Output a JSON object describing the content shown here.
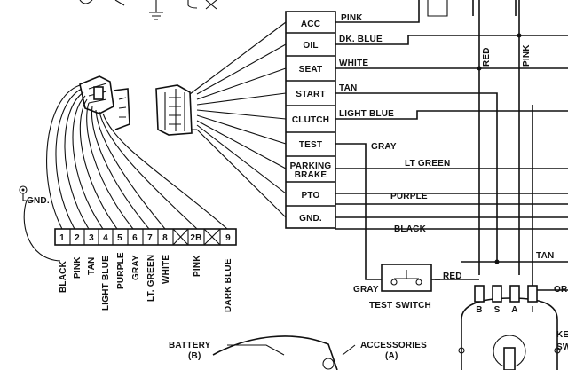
{
  "module_labels": [
    "ACC",
    "OIL",
    "SEAT",
    "START",
    "CLUTCH",
    "TEST",
    "PARKING BRAKE",
    "PTO",
    "GND."
  ],
  "module_wires": {
    "acc": "PINK",
    "oil": "DK. BLUE",
    "seat": "WHITE",
    "start": "TAN",
    "clutch": "LIGHT BLUE",
    "test": "GRAY",
    "parking_brake": "LT GREEN",
    "pto": "PURPLE",
    "gnd": "BLACK"
  },
  "right_wires": [
    "RED",
    "PINK",
    "TAN",
    "OR"
  ],
  "terminal_numbers": [
    "1",
    "2",
    "3",
    "4",
    "5",
    "6",
    "7",
    "8",
    "2B",
    "9"
  ],
  "terminal_wires": [
    "BLACK",
    "PINK",
    "TAN",
    "LIGHT BLUE",
    "PURPLE",
    "GRAY",
    "LT. GREEN",
    "WHITE",
    "PINK",
    "DARK BLUE"
  ],
  "ground_label": "GND.",
  "test_switch": {
    "title": "TEST SWITCH",
    "left_wire": "GRAY",
    "right_wire": "RED"
  },
  "ignition_terminals": [
    "B",
    "S",
    "A",
    "I"
  ],
  "battery": {
    "label": "BATTERY",
    "code": "(B)"
  },
  "accessories": {
    "label": "ACCESSORIES",
    "code": "(A)"
  },
  "ignition_partial_label": [
    "KE",
    "SW"
  ]
}
